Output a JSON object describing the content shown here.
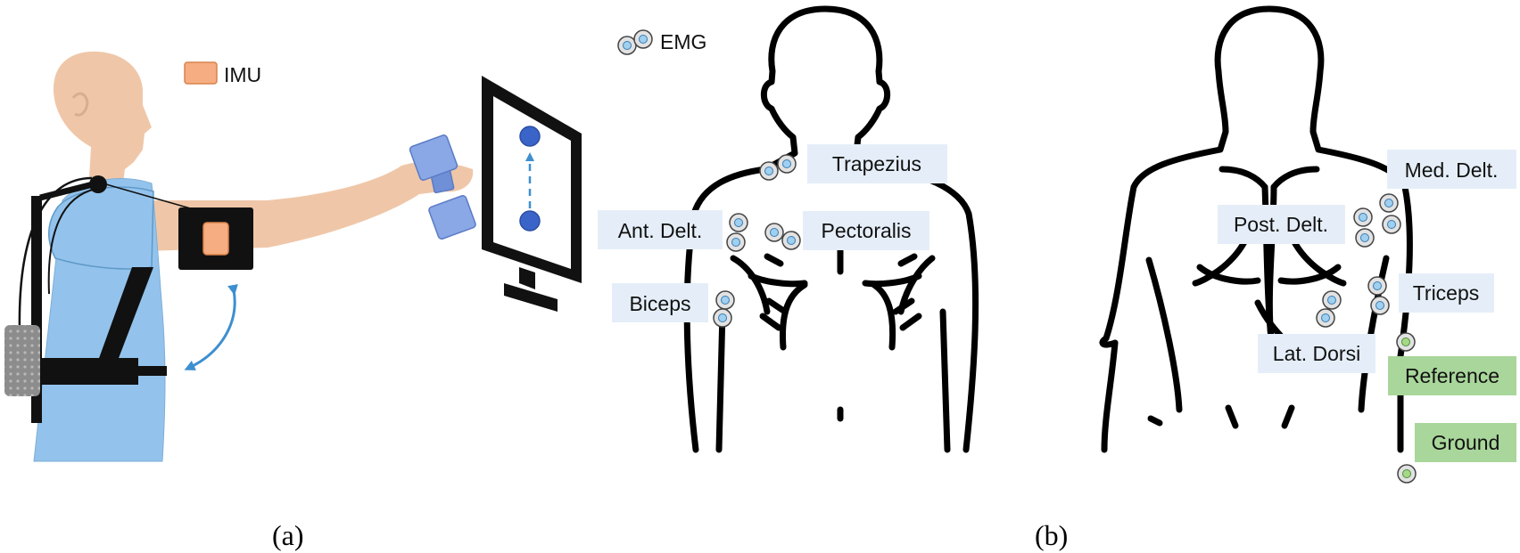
{
  "legend": {
    "imu_label": "IMU",
    "emg_label": "EMG"
  },
  "colors": {
    "skin": "#efc7a8",
    "shirt": "#93c3ec",
    "imu": "#f6ad82",
    "dumbbell": "#7f9ee0",
    "arrow": "#3e8fcf",
    "target": "#3a64c8",
    "label_bg_blue": "#e5eef8",
    "label_bg_green": "#a9d69a",
    "electrode_blue": "#9fd0f0",
    "electrode_green": "#a6d987"
  },
  "icons": [
    "electrode-icon",
    "imu-sensor-icon",
    "dumbbell-icon",
    "monitor-icon",
    "curved-double-arrow-icon"
  ],
  "front_labels": {
    "trapezius": "Trapezius",
    "ant_delt": "Ant. Delt.",
    "pectoralis": "Pectoralis",
    "biceps": "Biceps"
  },
  "back_labels": {
    "med_delt": "Med. Delt.",
    "post_delt": "Post. Delt.",
    "triceps": "Triceps",
    "lat_dorsi": "Lat. Dorsi",
    "reference": "Reference",
    "ground": "Ground"
  },
  "captions": {
    "a": "(a)",
    "b": "(b)"
  }
}
